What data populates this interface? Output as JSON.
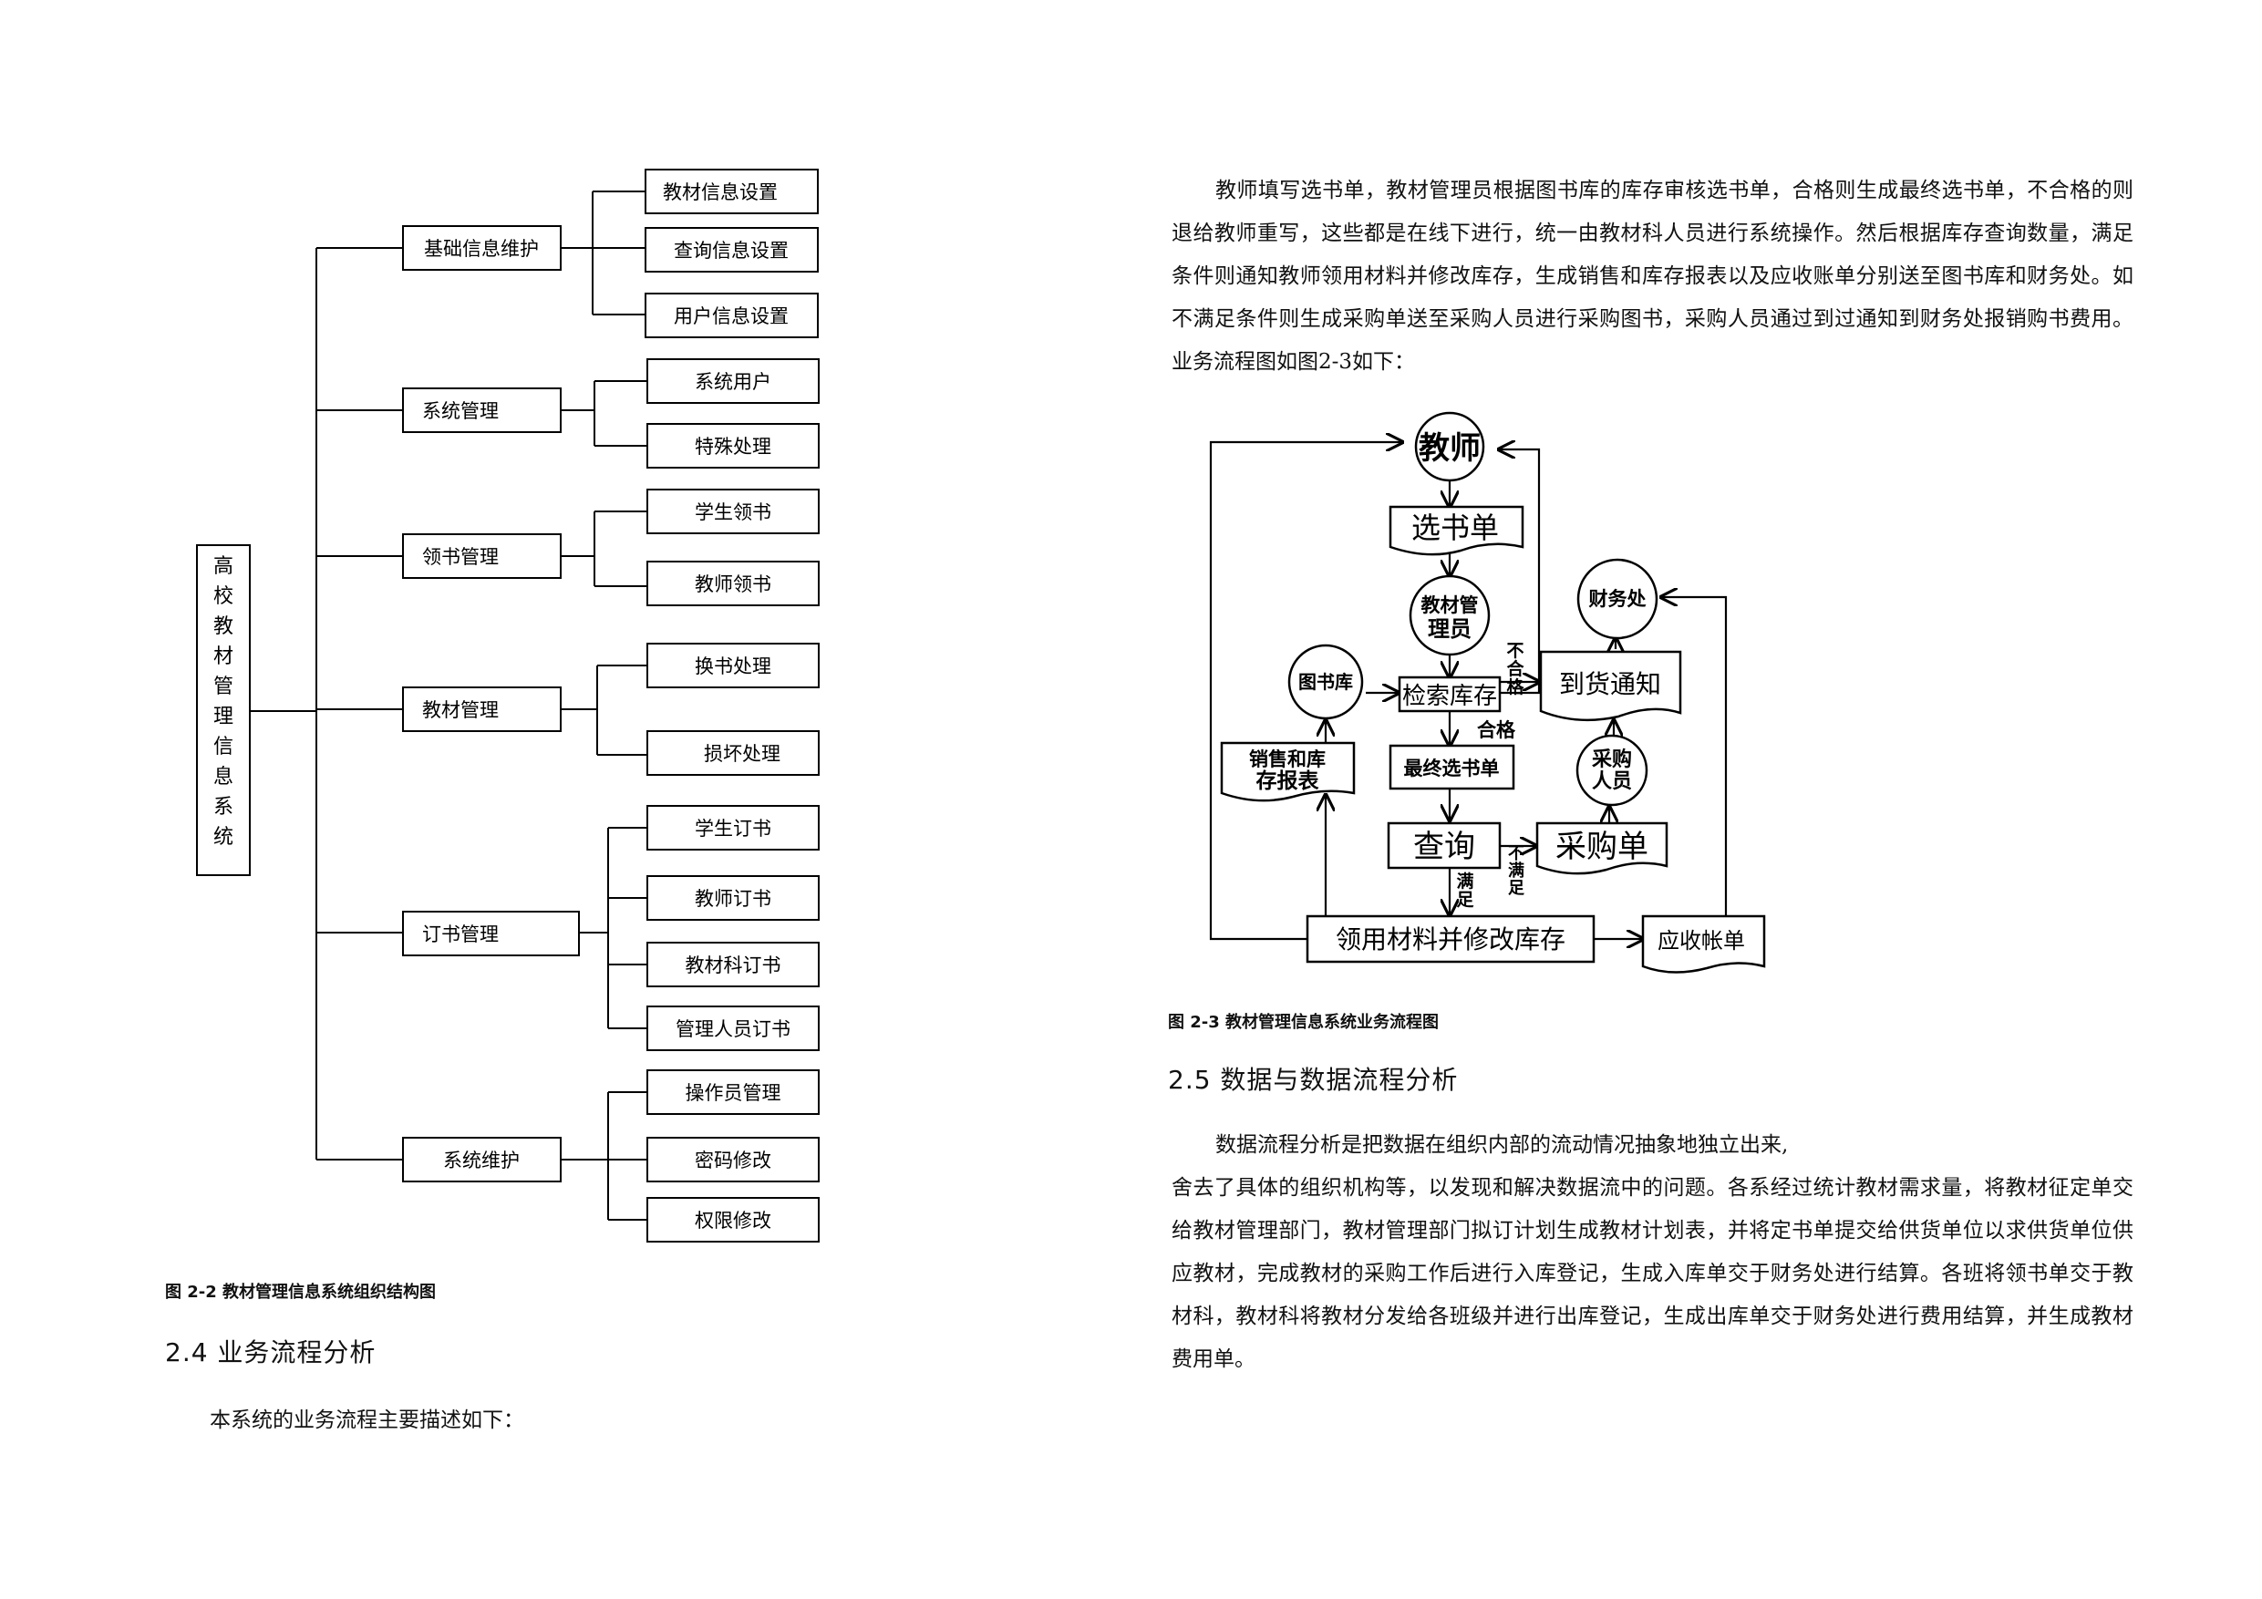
{
  "org_chart": {
    "root": "高校教材管理信息系统",
    "groups": [
      {
        "label": "基础信息维护",
        "items": [
          "教材信息设置",
          "查询信息设置",
          "用户信息设置"
        ]
      },
      {
        "label": "系统管理",
        "items": [
          "系统用户",
          "特殊处理"
        ]
      },
      {
        "label": "领书管理",
        "items": [
          "学生领书",
          "教师领书"
        ]
      },
      {
        "label": "教材管理",
        "items": [
          "换书处理",
          "损坏处理"
        ]
      },
      {
        "label": "订书管理",
        "items": [
          "学生订书",
          "教师订书",
          "教材科订书",
          "管理人员订书"
        ]
      },
      {
        "label": "系统维护",
        "items": [
          "操作员管理",
          "密码修改",
          "权限修改"
        ]
      }
    ],
    "caption": "图 2-2 教材管理信息系统组织结构图"
  },
  "section_2_4": {
    "heading": "2.4 业务流程分析",
    "paragraph": "本系统的业务流程主要描述如下："
  },
  "flow_intro": {
    "paragraph": "教师填写选书单，教材管理员根据图书库的库存审核选书单，合格则生成最终选书单，不合格的则退给教师重写，这些都是在线下进行，统一由教材科人员进行系统操作。然后根据库存查询数量，满足条件则通知教师领用材料并修改库存，生成销售和库存报表以及应收账单分别送至图书库和财务处。如不满足条件则生成采购单送至采购人员进行采购图书，采购人员通过到过通知到财务处报销购书费用。业务流程图如图2-3如下："
  },
  "flowchart": {
    "nodes": {
      "teacher": "教师",
      "select_form": "选书单",
      "admin_line1": "教材管",
      "admin_line2": "理员",
      "library": "图书库",
      "check_stock": "检索库存",
      "final_form": "最终选书单",
      "sales_line1": "销售和库",
      "sales_line2": "存报表",
      "query": "查询",
      "purchase_form": "采购单",
      "buyer_line1": "采购",
      "buyer_line2": "人员",
      "arrival": "到货通知",
      "finance": "财务处",
      "use_materials": "领用材料并修改库存",
      "receivable": "应收帐单"
    },
    "labels": {
      "fail": "不合格",
      "pass": "合格",
      "satisfy": "满足",
      "not_satisfy": "不满足"
    },
    "caption": "图 2-3 教材管理信息系统业务流程图"
  },
  "section_2_5": {
    "heading": "2.5 数据与数据流程分析",
    "line1": "数据流程分析是把数据在组织内部的流动情况抽象地独立出来,",
    "paragraph": "舍去了具体的组织机构等，以发现和解决数据流中的问题。各系经过统计教材需求量，将教材征定单交给教材管理部门，教材管理部门拟订计划生成教材计划表，并将定书单提交给供货单位以求供货单位供应教材，完成教材的采购工作后进行入库登记，生成入库单交于财务处进行结算。各班将领书单交于教材科，教材科将教材分发给各班级并进行出库登记，生成出库单交于财务处进行费用结算，并生成教材费用单。"
  }
}
